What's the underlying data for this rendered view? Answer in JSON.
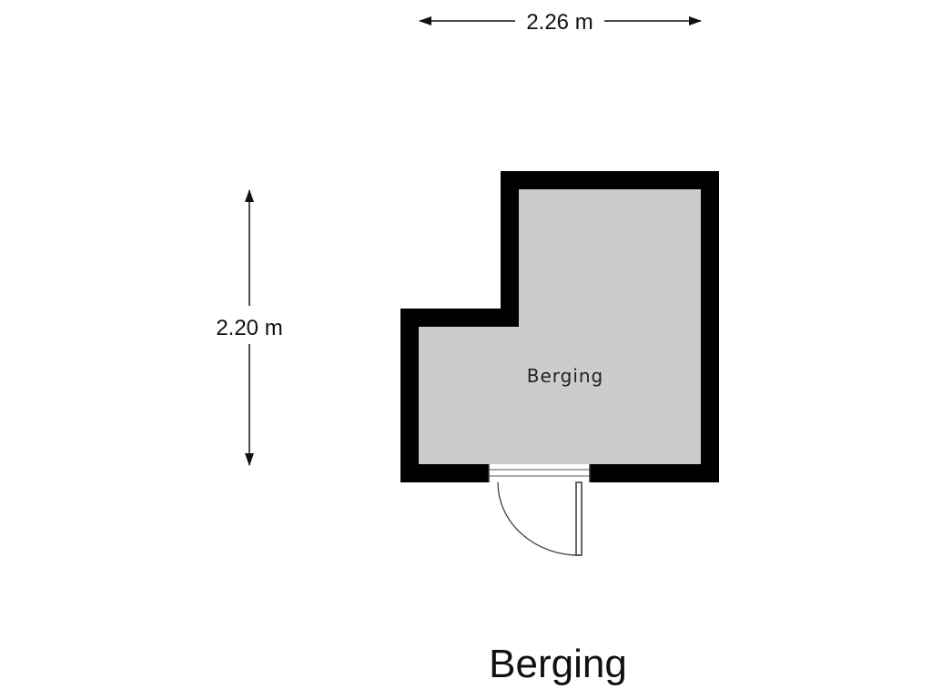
{
  "plan": {
    "title": "Berging",
    "room": {
      "name": "Berging"
    },
    "dimensions": {
      "width_label": "2.26 m",
      "height_label": "2.20 m"
    },
    "colors": {
      "wall": "#000000",
      "floor": "#cccccc",
      "dimension_line": "#111111",
      "door": "#333333"
    }
  }
}
